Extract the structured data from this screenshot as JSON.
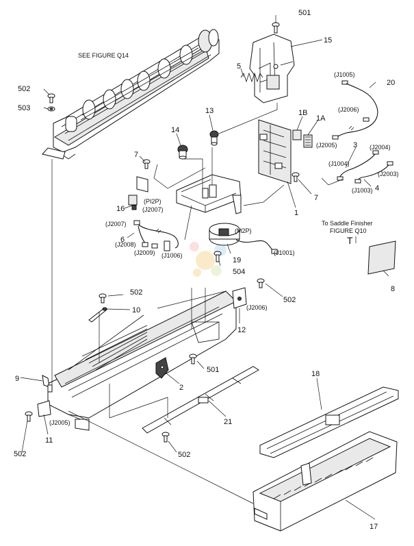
{
  "diagram": {
    "callouts": {
      "see_figure": "SEE FIGURE Q14",
      "saddle_line1": "To Saddle Finisher",
      "saddle_line2": "FIGURE Q10",
      "saddle_arrow": "T"
    },
    "part_numbers": {
      "p501_top": "501",
      "p15": "15",
      "p5": "5",
      "p20": "20",
      "p502_topleft": "502",
      "p503": "503",
      "p13": "13",
      "p14": "14",
      "p1B": "1B",
      "p1A": "1A",
      "p3": "3",
      "p4": "4",
      "p7_left": "7",
      "p7_right": "7",
      "p1": "1",
      "p16": "16",
      "p6": "6",
      "p19": "19",
      "p504": "504",
      "p8": "8",
      "p502_mid": "502",
      "p10": "10",
      "p502_right": "502",
      "p12": "12",
      "p501_mid": "501",
      "p2": "2",
      "p9": "9",
      "p18": "18",
      "p21": "21",
      "p11": "11",
      "p502_bottomleft": "502",
      "p502_bottom": "502",
      "p17": "17"
    },
    "connectors": {
      "j1005": "(J1005)",
      "j2006_top": "(J2006)",
      "j2005_top": "(J2005)",
      "j2004": "(J2004)",
      "j1004": "(J1004)",
      "j2003": "(J2003)",
      "j1003": "(J1003)",
      "pi2p": "(PI2P)",
      "j2007_a": "(J2007)",
      "j2007_b": "(J2007)",
      "j2008": "(J2008)",
      "j2009": "(J2009)",
      "j1006": "(J1006)",
      "m2p": "(M2P)",
      "j1001": "(J1001)",
      "j2006_mid": "(J2006)",
      "j2005_bottom": "(J2005)"
    }
  }
}
